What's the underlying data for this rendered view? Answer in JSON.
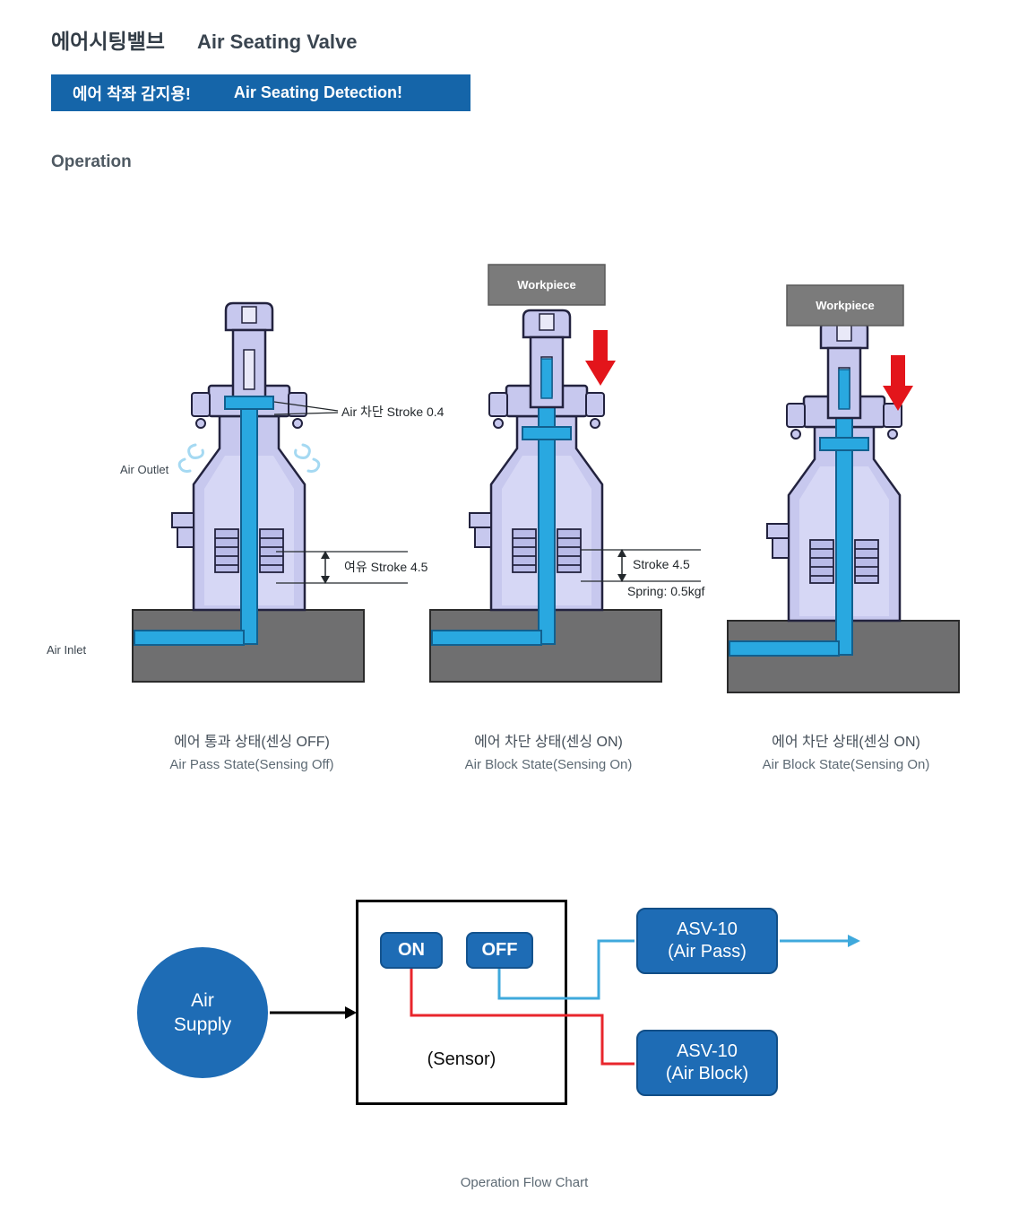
{
  "header": {
    "title_ko": "에어시팅밸브",
    "title_en": "Air Seating Valve",
    "banner_ko": "에어 착좌 감지용!",
    "banner_en": "Air Seating Detection!"
  },
  "operation_heading": "Operation",
  "valves": {
    "v1": {
      "caption_ko": "에어 통과 상태(센싱 OFF)",
      "caption_en": "Air Pass State(Sensing Off)",
      "label_air_block_stroke": "Air 차단 Stroke 0.4",
      "label_spare_stroke": "여유 Stroke 4.5",
      "label_air_outlet": "Air Outlet",
      "label_air_inlet": "Air Inlet"
    },
    "v2": {
      "workpiece": "Workpiece",
      "caption_ko": "에어 차단 상태(센싱 ON)",
      "caption_en": "Air Block State(Sensing On)",
      "label_stroke": "Stroke 4.5",
      "label_spring": "Spring: 0.5kgf"
    },
    "v3": {
      "workpiece": "Workpiece",
      "caption_ko": "에어 차단 상태(센싱 ON)",
      "caption_en": "Air Block State(Sensing On)"
    }
  },
  "flowchart": {
    "air_supply_line1": "Air",
    "air_supply_line2": "Supply",
    "on_label": "ON",
    "off_label": "OFF",
    "sensor_label": "(Sensor)",
    "asv_pass_line1": "ASV-10",
    "asv_pass_line2": "(Air Pass)",
    "asv_block_line1": "ASV-10",
    "asv_block_line2": "(Air Block)",
    "caption": "Operation Flow Chart"
  },
  "colors": {
    "banner_blue": "#1565a9",
    "flow_box_blue": "#1e6cb5",
    "flow_line_blue": "#3fa9dc",
    "flow_line_red": "#e8262c",
    "valve_body_lavender": "#c7c8ee",
    "air_channel_blue": "#29a8e0",
    "base_gray": "#6f6f70",
    "workpiece_gray": "#7b7b7b",
    "press_arrow_red": "#e3151b"
  }
}
